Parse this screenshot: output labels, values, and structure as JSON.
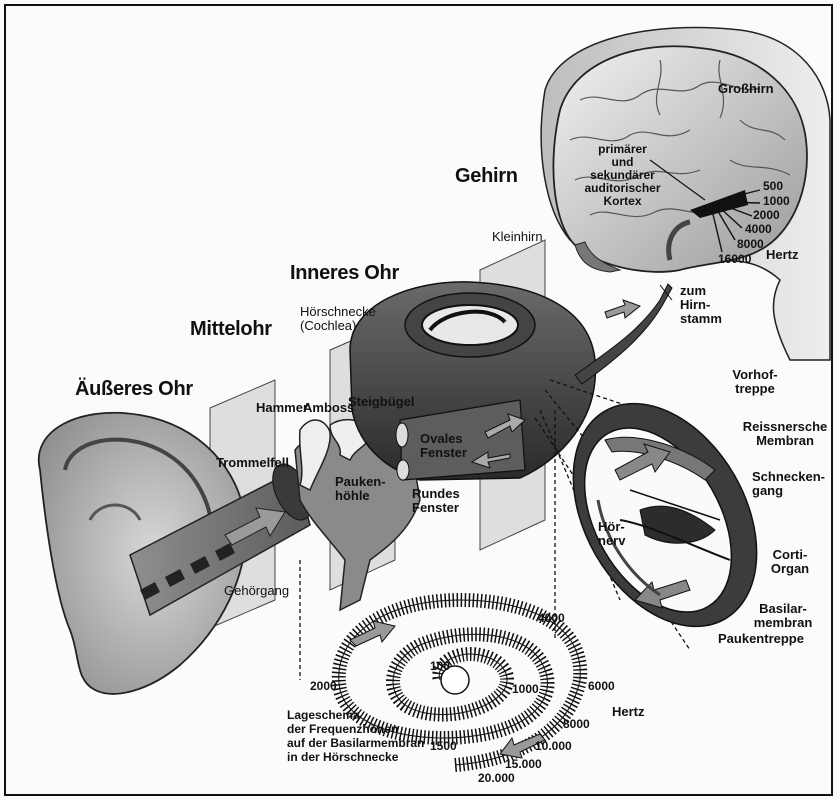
{
  "sections": {
    "outer": "Äußeres Ohr",
    "middle": "Mittelohr",
    "inner": "Inneres Ohr",
    "brain": "Gehirn"
  },
  "labels": {
    "grosshirn": "Großhirn",
    "kortex": "primärer\nund\nsekundärer\nauditorischer\nKortex",
    "kleinhirn": "Kleinhirn",
    "hirnstamm": "zum\nHirn-\nstamm",
    "hoerschnecke": "Hörschnecke\n(Cochlea)",
    "hammer": "Hammer",
    "amboss": "Amboss",
    "steigbuegel": "Steigbügel",
    "ovales_fenster": "Ovales\nFenster",
    "rundes_fenster": "Rundes\nFenster",
    "paukenhoehle": "Pauken-\nhöhle",
    "trommelfell": "Trommelfell",
    "gehoergang": "Gehörgang",
    "vorhoftreppe": "Vorhof-\ntreppe",
    "reissner": "Reissnersche\nMembran",
    "schneckengang": "Schnecken-\ngang",
    "hoernerv": "Hör-\nnerv",
    "corti": "Corti-\nOrgan",
    "basilar": "Basilar-\nmembran",
    "paukentreppe": "Paukentreppe",
    "lageschema": "Lageschema\nder Frequenzhöhen\nauf der Basilarmembran\nin der Hörschnecke"
  },
  "cortex_frequencies": [
    "500",
    "1000",
    "2000",
    "4000",
    "8000",
    "16000"
  ],
  "cortex_unit": "Hertz",
  "spiral_frequencies": {
    "f100": "100",
    "f1000": "1000",
    "f1500": "1500",
    "f2000": "2000",
    "f4000": "4000",
    "f6000": "6000",
    "f8000": "8000",
    "f10000": "10.000",
    "f15000": "15.000",
    "f20000": "20.000"
  },
  "spiral_unit": "Hertz"
}
